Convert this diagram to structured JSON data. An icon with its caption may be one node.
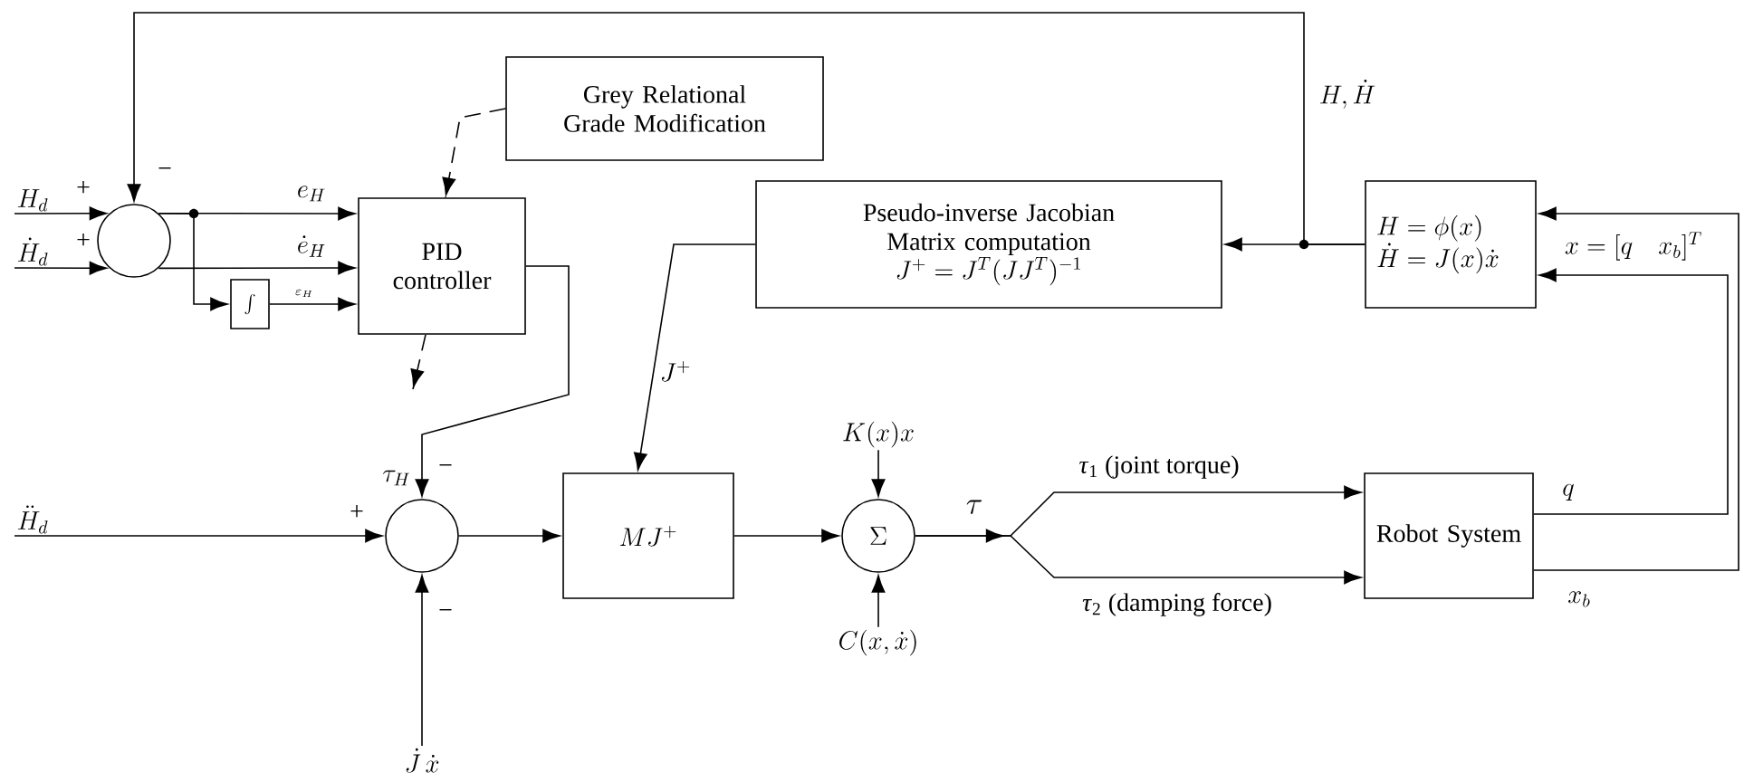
{
  "diagram": {
    "nodes": [
      {
        "text": [
          "Grey Relational Grade Modification"
        ]
      },
      {
        "text": [],
        "shape": "circle"
      },
      {
        "text": [
          "PID controller"
        ]
      },
      {
        "text": [
          "\\int"
        ]
      },
      {
        "text": [
          "Pseudo-inverse Jacobian Matrix computation",
          "J^{+} = J^{T}(JJ^{T})^{-1}"
        ]
      },
      {
        "text": [
          "H = \\phi(x)",
          "\\dot{H} = J(x)\\dot{x}"
        ]
      },
      {
        "text": [
          "H_{d}"
        ]
      },
      {
        "text": [
          "\\dot{H}_{d}"
        ]
      },
      {
        "text": [
          "\\ddot{H}_{d}"
        ]
      },
      {
        "text": [],
        "shape": "circle"
      },
      {
        "text": [
          "MJ^{+}"
        ]
      },
      {
        "text": [
          "K(x)x"
        ]
      },
      {
        "text": [
          "\\Sigma"
        ]
      },
      {
        "text": [
          "Robot System"
        ]
      },
      {
        "text": [
          "C(x,\\dot{x})"
        ]
      },
      {
        "text": [
          "\\dot{J}\\,\\dot{x}"
        ]
      }
    ],
    "edges": [
      {
        "from": 6,
        "to": 1,
        "arrow": "to"
      },
      {
        "from": 7,
        "to": 1,
        "arrow": "to"
      },
      {
        "from": 1,
        "to": 2,
        "arrow": "to",
        "label": "e_{H}"
      },
      {
        "from": 1,
        "to": 2,
        "arrow": "to",
        "label": "\\dot{e}_{H}"
      },
      {
        "from": 1,
        "to": 3,
        "arrow": "to"
      },
      {
        "from": 3,
        "to": 2,
        "arrow": "to",
        "label": "\\varepsilon_{H}"
      },
      {
        "from": 0,
        "to": 2,
        "arrow": "to",
        "style": "dashed"
      },
      {
        "from": 2,
        "to": null,
        "arrow": "to",
        "style": "dashed"
      },
      {
        "from": 5,
        "to": 1,
        "arrow": "to",
        "label": "H,\\dot{H}"
      },
      {
        "from": 5,
        "to": 4,
        "arrow": "to"
      },
      {
        "from": 2,
        "to": 9,
        "arrow": "to",
        "label": "\\tau_{H}"
      },
      {
        "from": 8,
        "to": 9,
        "arrow": "to"
      },
      {
        "from": 15,
        "to": 9,
        "arrow": "to"
      },
      {
        "from": 9,
        "to": 10,
        "arrow": "to"
      },
      {
        "from": 4,
        "to": 10,
        "arrow": "to",
        "label": "J^{+}"
      },
      {
        "from": 10,
        "to": 12,
        "arrow": "to"
      },
      {
        "from": 11,
        "to": 12,
        "arrow": "to"
      },
      {
        "from": 14,
        "to": 12,
        "arrow": "to"
      },
      {
        "from": 12,
        "to": 13,
        "arrow": "to",
        "label": "*τ*$_{1}$  (joint torque)"
      },
      {
        "from": 12,
        "to": 13,
        "arrow": "to",
        "label": "*τ*$_{2}$  (damping force)"
      },
      {
        "from": 13,
        "to": 5,
        "arrow": "to",
        "label": "q"
      },
      {
        "from": 13,
        "to": 5,
        "arrow": "to",
        "label": "x_{b}"
      }
    ],
    "labels": [
      "−",
      "+",
      "+",
      "x = [q\\quad x_{b}]^{T}",
      "−",
      "\\tau",
      "+",
      "−"
    ]
  }
}
